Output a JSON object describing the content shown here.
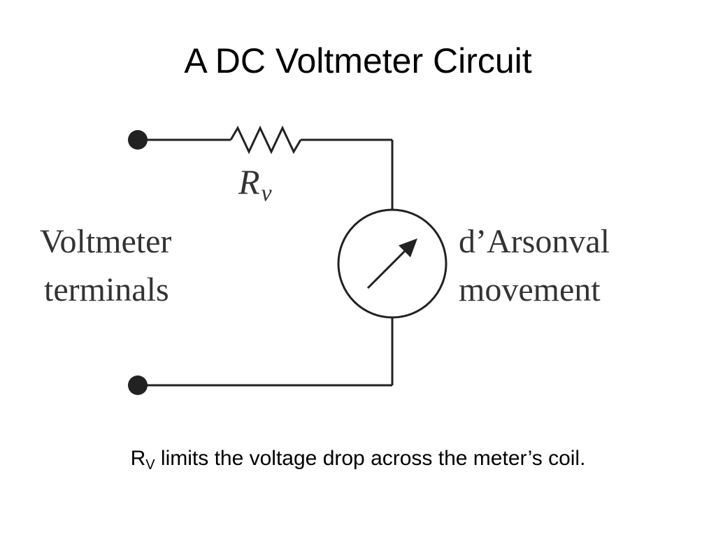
{
  "slide": {
    "title": "A DC Voltmeter Circuit"
  },
  "diagram": {
    "resistor_symbol": "R",
    "resistor_subscript": "v",
    "left_label_line1": "Voltmeter",
    "left_label_line2": "terminals",
    "right_label_line1": "d’Arsonval",
    "right_label_line2": "movement"
  },
  "caption": {
    "symbol": "R",
    "subscript": "V",
    "text": " limits the voltage drop across the meter’s coil."
  },
  "colors": {
    "wire": "#222222",
    "label_text": "#333333",
    "background": "#ffffff"
  }
}
